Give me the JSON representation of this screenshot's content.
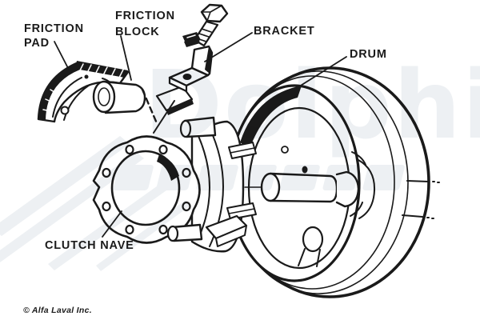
{
  "diagram": {
    "labels": {
      "friction_pad_line1": "FRICTION",
      "friction_pad_line2": "PAD",
      "friction_block_line1": "FRICTION",
      "friction_block_line2": "BLOCK",
      "bracket": "BRACKET",
      "drum": "DRUM",
      "clutch_nave": "CLUTCH NAVE"
    },
    "copyright": "© Alfa Laval Inc.",
    "watermark": {
      "text": "Dolphin",
      "color": "#edf0f3"
    },
    "colors": {
      "ink": "#1a1a1a",
      "background": "#ffffff"
    }
  }
}
